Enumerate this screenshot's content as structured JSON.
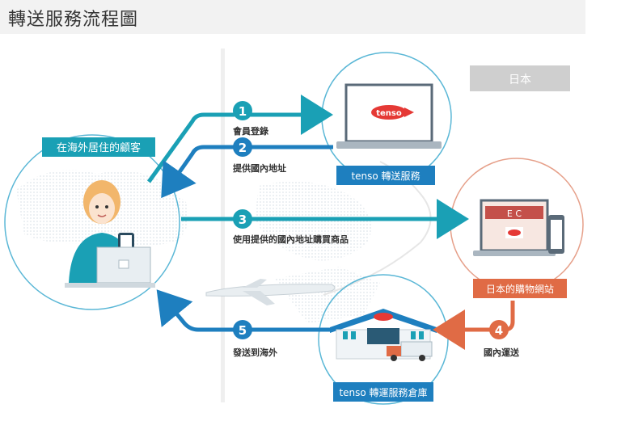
{
  "title": "轉送服務流程圖",
  "japan_label": "日本",
  "customer_label": "在海外居住的顧客",
  "tenso_service_label": "tenso 轉送服務",
  "ec_site_label": "日本的購物網站",
  "warehouse_label": "tenso 轉運服務倉庫",
  "logo_text": "tenso",
  "ec_text": "E C",
  "steps": [
    {
      "num": "1",
      "label": "會員登錄"
    },
    {
      "num": "2",
      "label": "提供國內地址"
    },
    {
      "num": "3",
      "label": "使用提供的國內地址購買商品"
    },
    {
      "num": "4",
      "label": "國內運送"
    },
    {
      "num": "5",
      "label": "發送到海外"
    }
  ],
  "colors": {
    "teal": "#1aa0b5",
    "blue": "#1e7fbf",
    "orange": "#e06b45",
    "grey_box": "#cfcfcf",
    "circle_border": "#5ab7d6"
  }
}
